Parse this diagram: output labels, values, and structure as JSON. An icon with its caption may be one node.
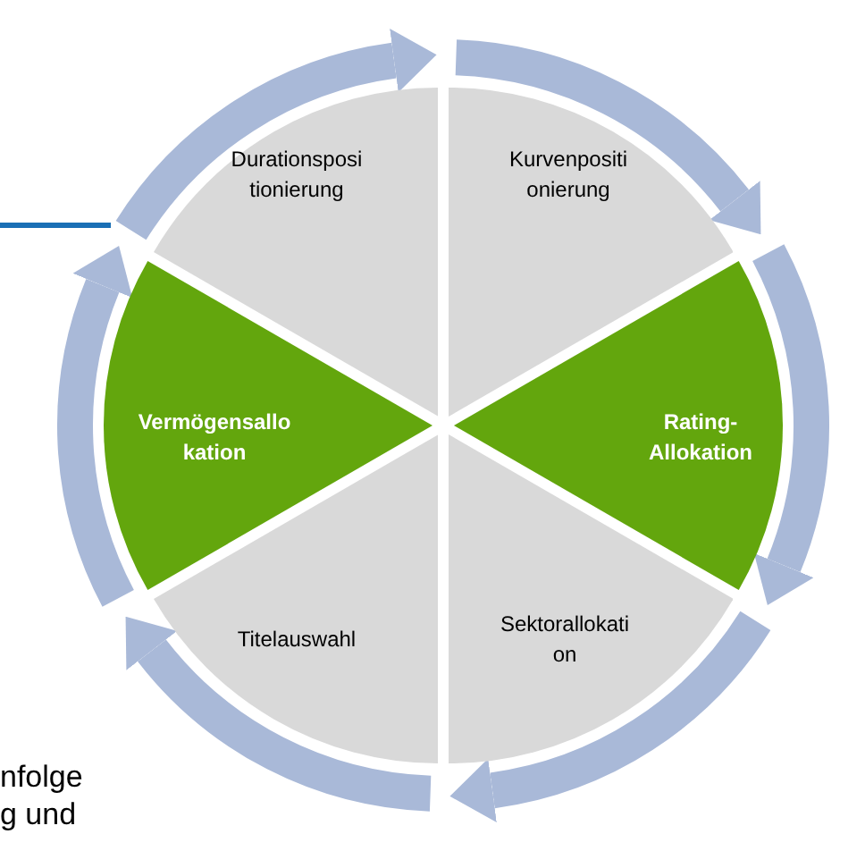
{
  "diagram": {
    "nodes": [
      {
        "text": [
          "Durationspositionierung"
        ]
      },
      {
        "text": [
          "Kurvenpositionierung"
        ]
      },
      {
        "text": [
          "Rating-Allokation"
        ]
      },
      {
        "text": [
          "Sektorallokation"
        ]
      },
      {
        "text": [
          "Titelauswahl"
        ]
      },
      {
        "text": [
          "Vermögensallokation"
        ]
      }
    ],
    "labels": [
      "nfolge g und"
    ]
  }
}
